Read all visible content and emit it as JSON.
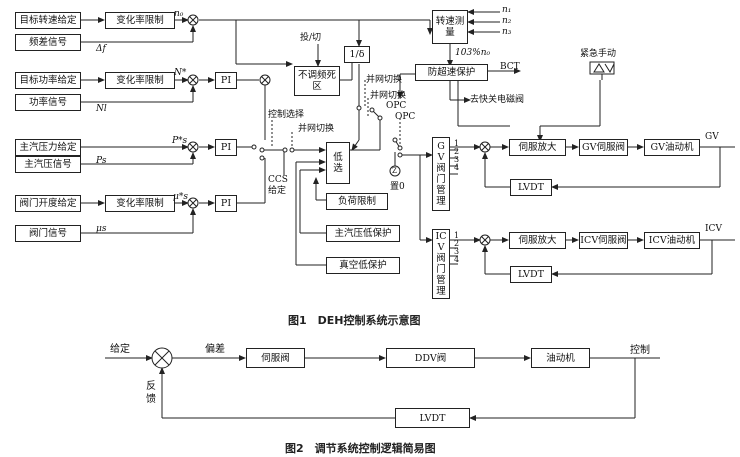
{
  "fig1": {
    "caption": "图1　DEH控制系统示意图",
    "blocks": {
      "speed_setpoint": "目标转速给定",
      "freq_diff": "频差信号",
      "power_setpoint": "目标功率给定",
      "power_signal": "功率信号",
      "mainsteam_p_setpoint": "主汽压力给定",
      "mainsteam_p_signal": "主汽压信号",
      "valve_opening_setpoint": "阀门开度给定",
      "valve_signal": "阀门信号",
      "rate_limit_1": "变化率限制",
      "rate_limit_2": "变化率限制",
      "rate_limit_3": "变化率限制",
      "pi_1": "PI",
      "pi_2": "PI",
      "pi_3": "PI",
      "deadband": "不调频死区",
      "inv_delta": "1/δ",
      "speed_measure": "转速测量",
      "overspeed": "防超速保护",
      "low_select": "低选",
      "load_limit": "负荷限制",
      "mainsteam_low": "主汽压低保护",
      "vacuum_low": "真空低保护",
      "gv_valve_mgmt": "GV阀门管理",
      "icv_valve_mgmt": "ICV阀门管理",
      "gv_servo_amp": "伺服放大",
      "gv_servo_valve": "GV伺服阀",
      "gv_actuator": "GV油动机",
      "gv_lvdt": "LVDT",
      "icv_servo_amp": "伺服放大",
      "icv_servo_valve": "ICV伺服阀",
      "icv_actuator": "ICV油动机",
      "icv_lvdt": "LVDT"
    },
    "labels": {
      "n0": "n₀",
      "delta_f": "Δf",
      "n_star": "N*",
      "nl": "Nl",
      "ps_star": "P*s",
      "ps": "Ps",
      "mu_star": "μ*s",
      "mu": "μs",
      "n1": "n₁",
      "n2": "n₂",
      "n3": "n₃",
      "switch_in": "投/切",
      "percent103": "103%n₀",
      "bct": "BCT",
      "opc_1": "OPC",
      "opc_2": "OPC",
      "grid_switch_1": "并网切换",
      "grid_switch_2": "并网切换",
      "grid_switch_3": "并网切换",
      "control_select": "控制选择",
      "ccs": "CCS",
      "ccs_given": "给定",
      "to_solenoid": "去快关电磁阀",
      "emergency_manual": "紧急手动",
      "set_zero": "置0",
      "z": "Z",
      "gv_out": "GV",
      "icv_out": "ICV",
      "ch1": "1",
      "ch2": "2",
      "ch3": "3",
      "ch4": "4",
      "ch1b": "1",
      "ch2b": "2",
      "ch3b": "3",
      "ch4b": "4"
    }
  },
  "fig2": {
    "caption": "图2　调节系统控制逻辑简易图",
    "blocks": {
      "servo_valve": "伺服阀",
      "ddv_valve": "DDV阀",
      "actuator": "油动机",
      "lvdt": "LVDT"
    },
    "labels": {
      "given": "给定",
      "deviation": "偏差",
      "control": "控制",
      "feedback": "反馈"
    }
  }
}
